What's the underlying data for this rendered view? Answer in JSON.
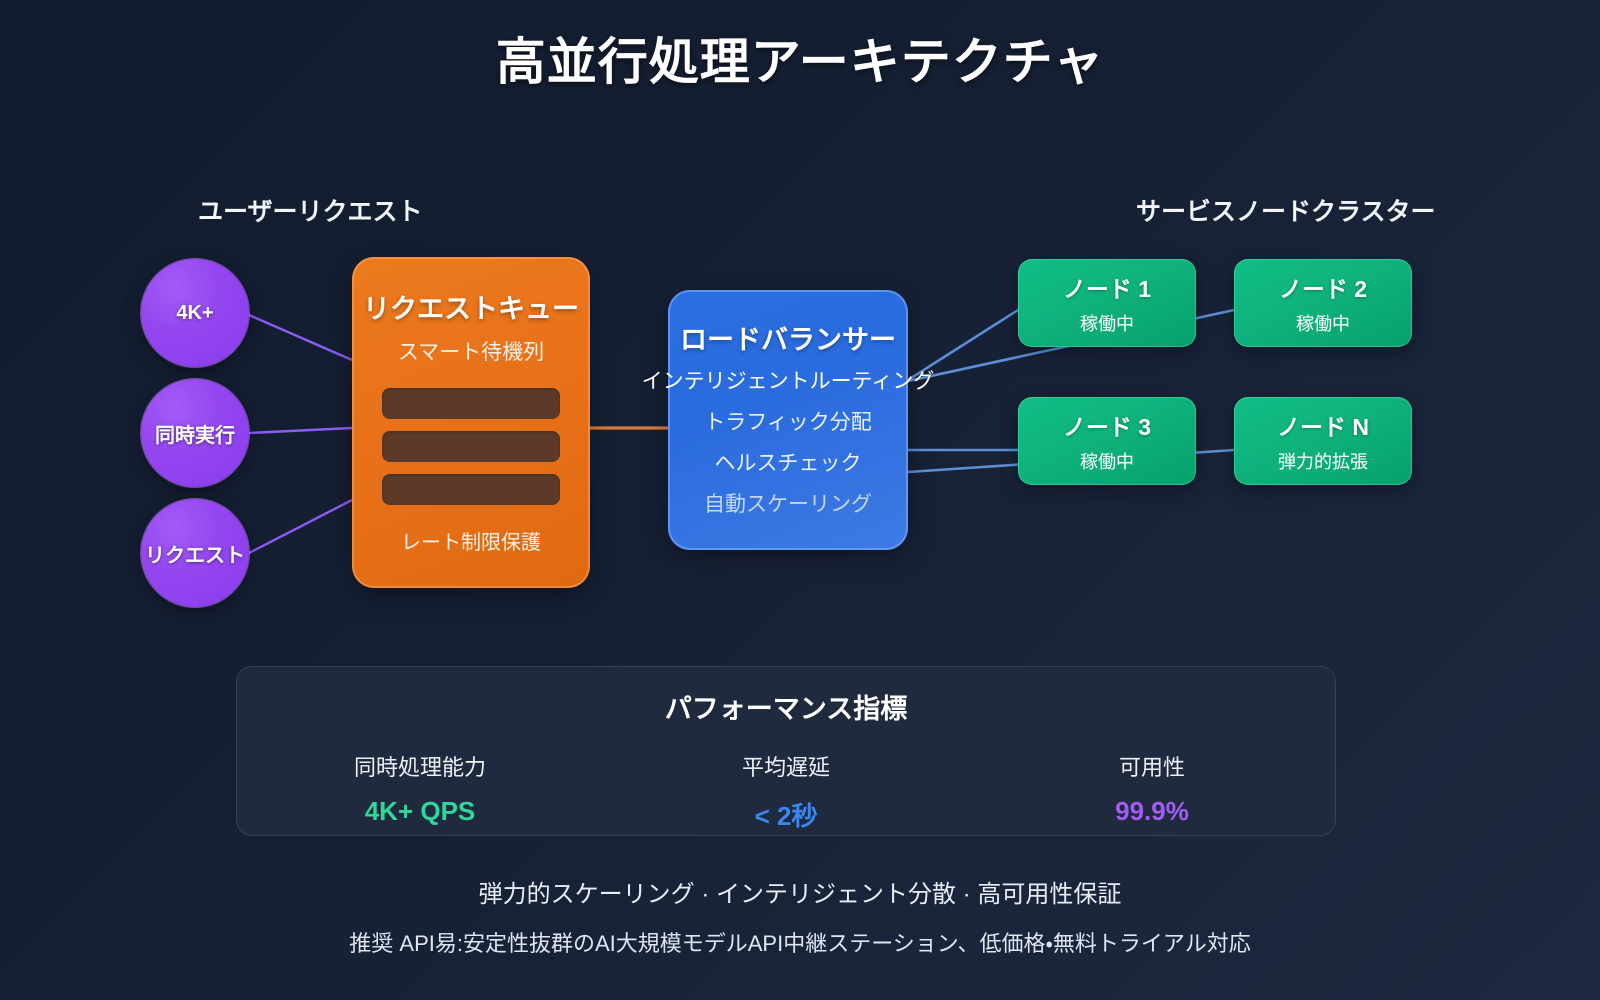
{
  "title": "高並行処理アーキテクチャ",
  "labels": {
    "left_section": "ユーザーリクエスト",
    "right_section": "サービスノードクラスター"
  },
  "sources": [
    {
      "text": "4K+"
    },
    {
      "text": "同時実行"
    },
    {
      "text": "リクエスト"
    }
  ],
  "queue": {
    "title": "リクエストキュー",
    "subtitle": "スマート待機列",
    "slots": [
      "",
      "",
      ""
    ],
    "footer": "レート制限保護"
  },
  "load_balancer": {
    "title": "ロードバランサー",
    "subtitle": "インテリジェントルーティング",
    "lines": [
      "トラフィック分配",
      "ヘルスチェック",
      "自動スケーリング"
    ]
  },
  "nodes": [
    {
      "title": "ノード 1",
      "status": "稼働中"
    },
    {
      "title": "ノード 2",
      "status": "稼働中"
    },
    {
      "title": "ノード 3",
      "status": "稼働中"
    },
    {
      "title": "ノード N",
      "status": "弾力的拡張"
    }
  ],
  "metrics": {
    "title": "パフォーマンス指標",
    "items": [
      {
        "label": "同時処理能力",
        "value": "4K+ QPS",
        "color": "#2fd89a"
      },
      {
        "label": "平均遅延",
        "value": "< 2秒",
        "color": "#3b86f0"
      },
      {
        "label": "可用性",
        "value": "99.9%",
        "color": "#a05cf5"
      }
    ]
  },
  "footer": {
    "line1": "弾力的スケーリング · インテリジェント分散 · 高可用性保証",
    "line2": "推奨 API易:安定性抜群のAI大規模モデルAPI中継ステーション、低価格・無料トライアル対応"
  },
  "colors": {
    "background": "#162034",
    "queue": "#e8711a",
    "load_balancer": "#2a6bdd",
    "node": "#0fb27d",
    "source": "#9446f0",
    "wire_purple": "#8b5cf6",
    "wire_orange": "#d97b3c",
    "wire_blue": "#5b8fd6"
  }
}
